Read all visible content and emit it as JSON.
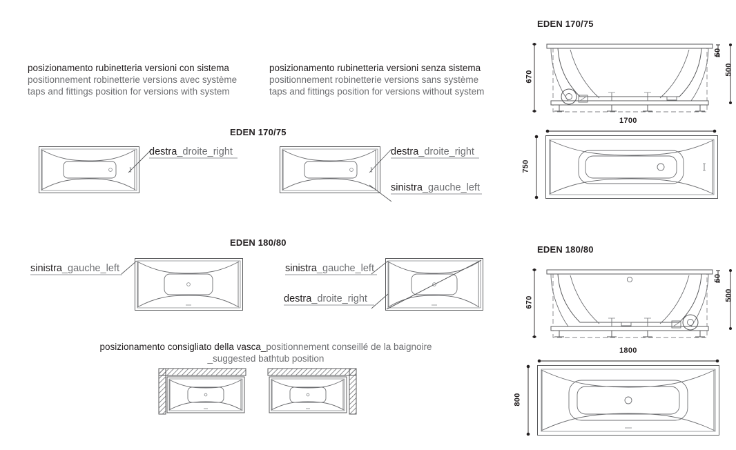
{
  "page": {
    "title": "EDEN bathtub technical drawing sheet",
    "line_color": "#58595b",
    "text_color": "#231f20",
    "secondary_text_color": "#6d6e71"
  },
  "captions": {
    "with_system": {
      "it": "posizionamento rubinetteria versioni con sistema",
      "fr": "positionnement robinetterie versions avec système",
      "en": "taps and fittings position for versions with system"
    },
    "without_system": {
      "it": "posizionamento rubinetteria versioni senza sistema",
      "fr": "positionnement robinetterie versions sans système",
      "en": "taps and fittings position for versions without system"
    },
    "suggested_position": {
      "line1_it": "posizionamento consigliato della vasca_",
      "line1_fr": "positionnement conseillé de la baignoire",
      "line2_en": "_suggested bathtub position"
    }
  },
  "sections": {
    "model_170": "EDEN 170/75",
    "model_180": "EDEN 180/80"
  },
  "labels": {
    "right_it": "destra",
    "right_fr": "_droite",
    "right_en": "_right",
    "left_it": "sinistra",
    "left_fr": "_gauche",
    "left_en": "_left"
  },
  "plan_labels": {
    "tub_170_with_system": [
      "destra_droite_right"
    ],
    "tub_170_without_system": [
      "destra_droite_right",
      "sinistra_gauche_left"
    ],
    "tub_180_with_system": [
      "sinistra_gauche_left"
    ],
    "tub_180_without_system": [
      "sinistra_gauche_left",
      "destra_droite_right"
    ]
  },
  "dimensions": {
    "model_170": {
      "height_total": "670",
      "rim_thickness": "50",
      "inner_depth": "500",
      "length": "1700",
      "width": "750"
    },
    "model_180": {
      "height_total": "670",
      "rim_thickness": "50",
      "inner_depth": "500",
      "length": "1800",
      "width": "800"
    }
  },
  "niche_diagrams": [
    {
      "name": "alcove-left",
      "walls": "top-left"
    },
    {
      "name": "alcove-right",
      "walls": "top-right"
    }
  ]
}
